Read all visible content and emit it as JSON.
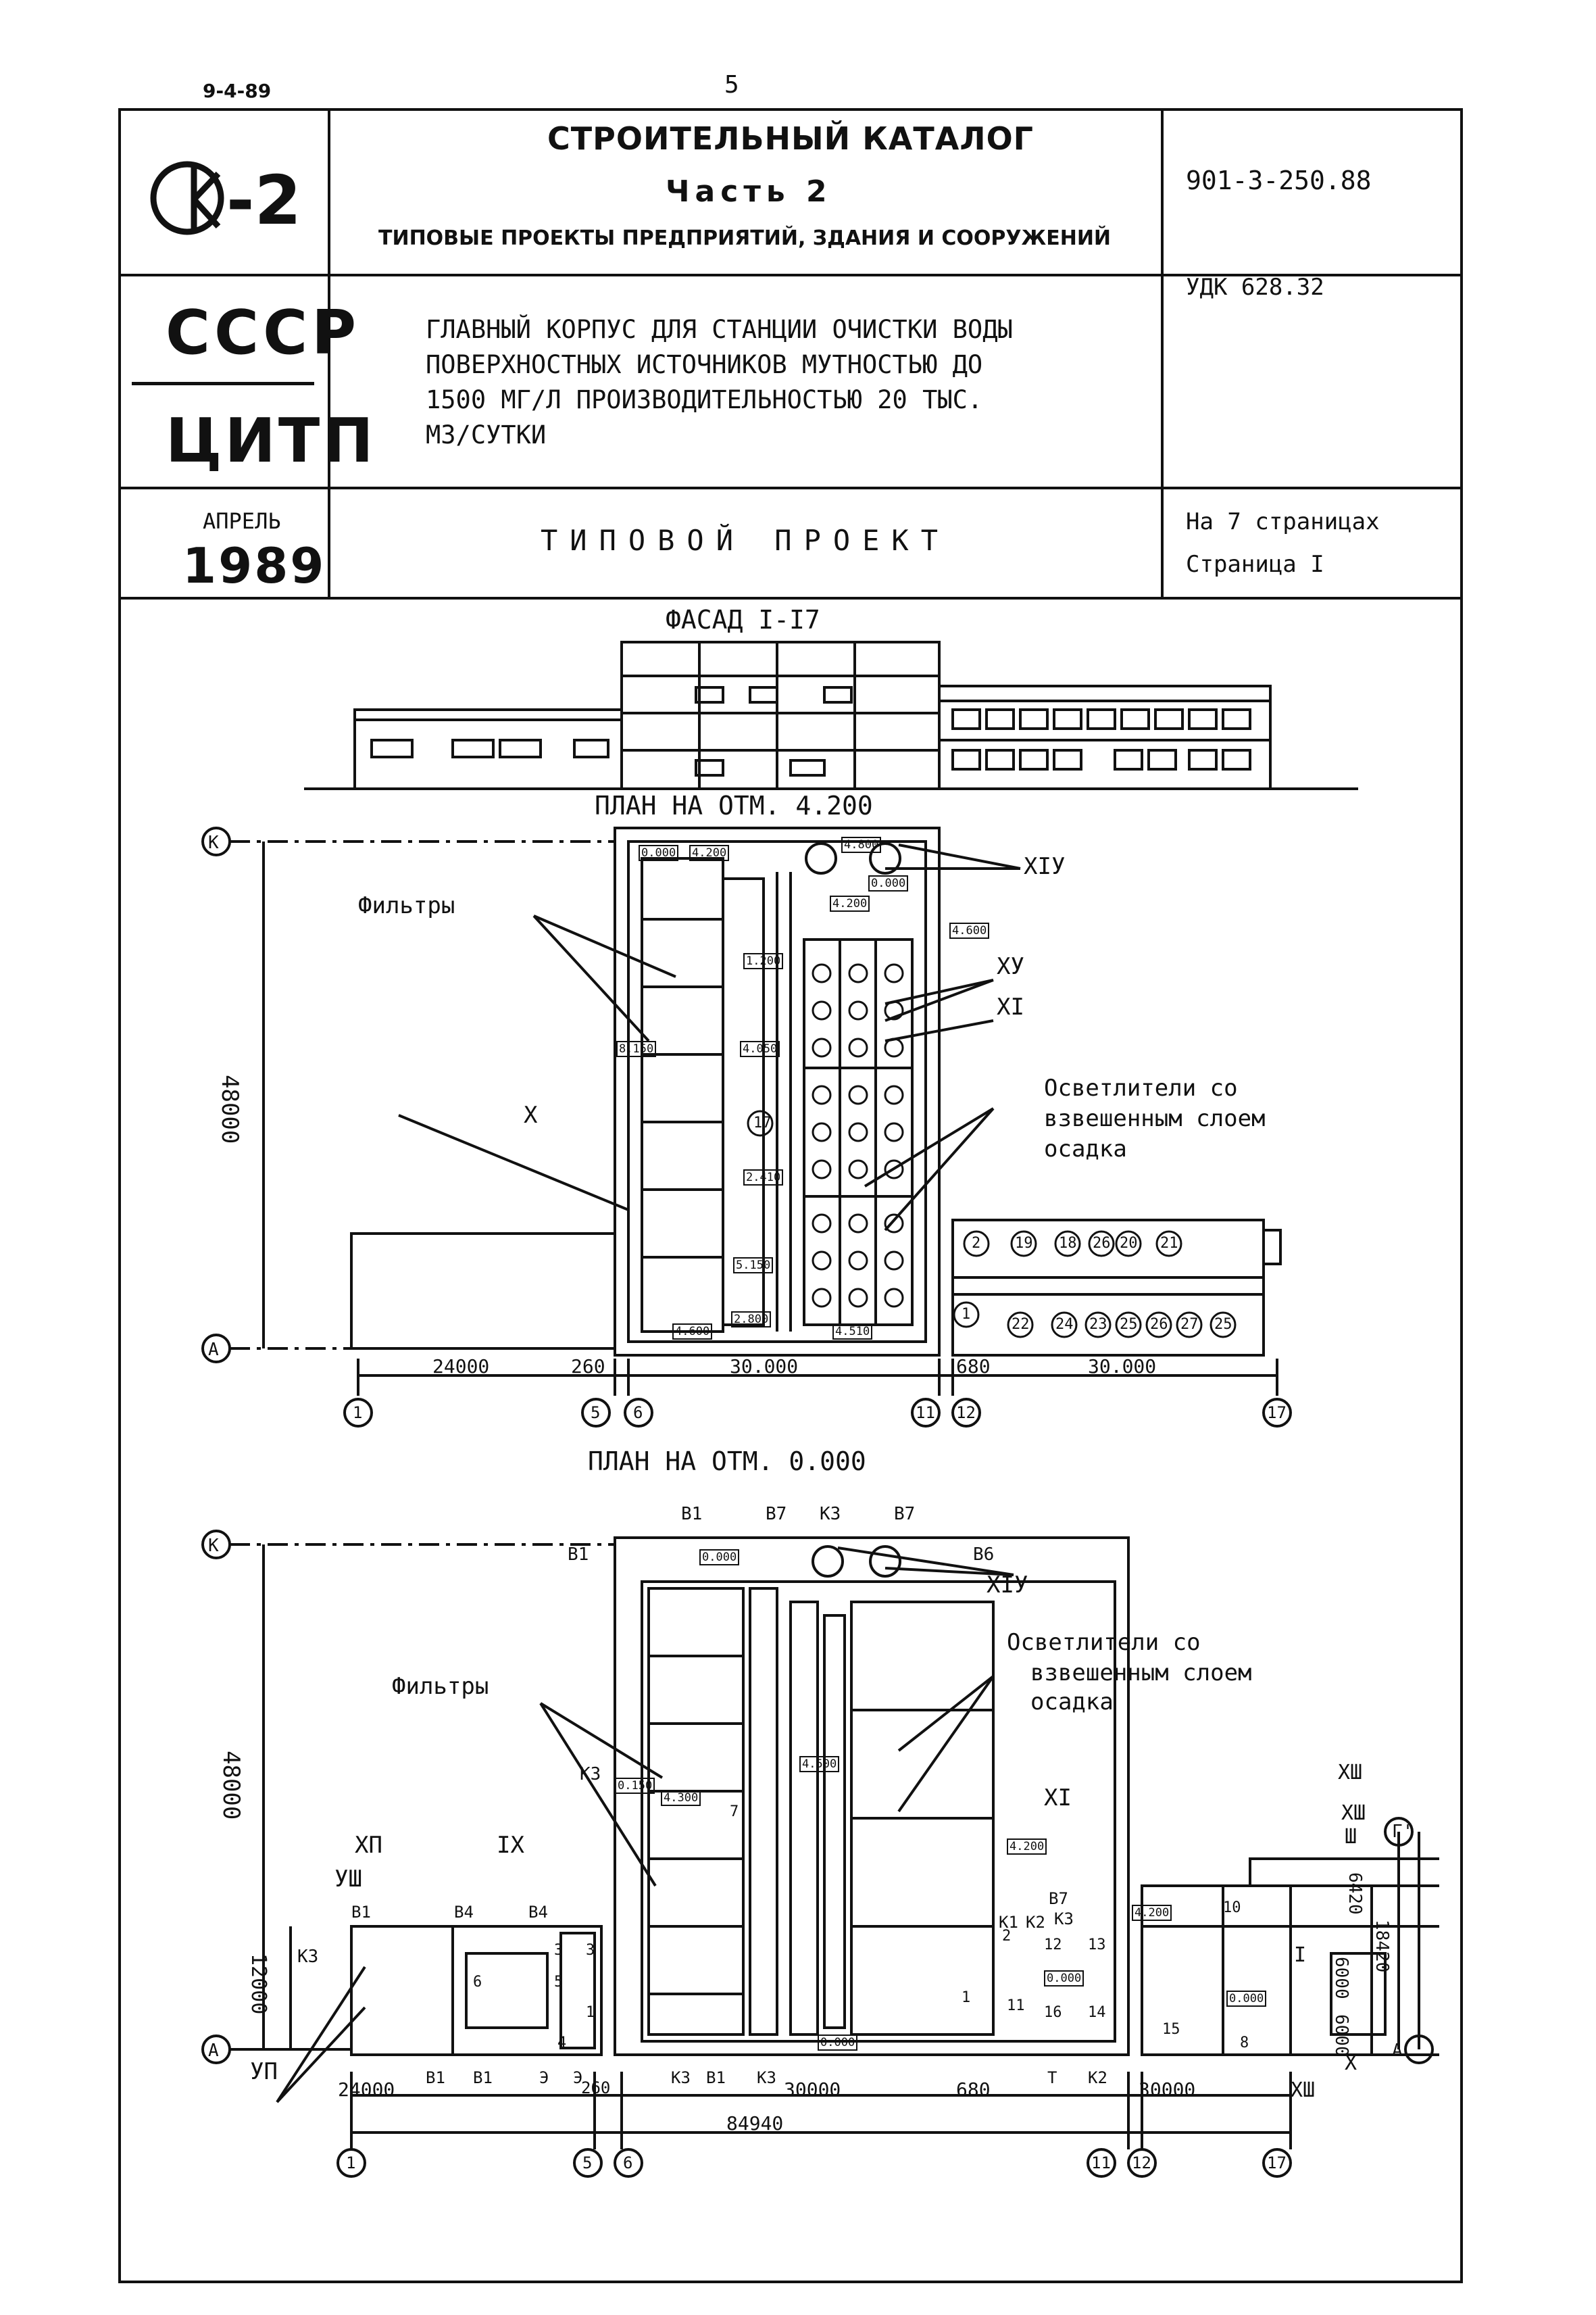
{
  "header": {
    "doc_code": "9-4-89",
    "page_number": "5"
  },
  "titleblock": {
    "logo_text": "-2",
    "catalog_title": "СТРОИТЕЛЬНЫЙ КАТАЛОГ",
    "part": "Часть 2",
    "subtitle": "ТИПОВЫЕ ПРОЕКТЫ ПРЕДПРИЯТИЙ, ЗДАНИЯ И СООРУЖЕНИЙ",
    "project_number": "901-3-250.88",
    "org_country": "СССР",
    "org_name": "ЦИТП",
    "udk": "УДК 628.32",
    "project_title_lines": [
      "ГЛАВНЫЙ КОРПУС ДЛЯ СТАНЦИИ ОЧИСТКИ ВОДЫ",
      "ПОВЕРХНОСТНЫХ ИСТОЧНИКОВ МУТНОСТЬЮ ДО",
      "1500 МГ/Л ПРОИЗВОДИТЕЛЬНОСТЬЮ 20 ТЫС.",
      "М3/СУТКИ"
    ],
    "month": "АПРЕЛЬ",
    "year": "1989",
    "project_type": "ТИПОВОЙ ПРОЕКТ",
    "pages_total": "На 7 страницах",
    "page_current": "Страница I"
  },
  "facade": {
    "title": "ФАСАД I-I7"
  },
  "plan_upper": {
    "title": "ПЛАН НА ОТМ. 4.200",
    "label_filters": "Фильтры",
    "label_clarifiers_1": "Осветлители со",
    "label_clarifiers_2": "взвешенным слоем",
    "label_clarifiers_3": "осадка",
    "label_x": "X",
    "label_xiv": "XIУ",
    "label_xv": "ХУ",
    "label_xi": "XI",
    "dim_height": "48000",
    "dim_1": "24000",
    "dim_2": "260",
    "dim_3": "30.000",
    "dim_4": "680",
    "dim_5": "30.000",
    "axis_k": "К",
    "axis_a": "А",
    "axes": [
      "1",
      "5",
      "6",
      "11",
      "12",
      "17"
    ],
    "rooms_top": [
      "2",
      "19",
      "18",
      "26",
      "20",
      "21"
    ],
    "rooms_bottom": [
      "1",
      "22",
      "24",
      "23",
      "25",
      "26",
      "27",
      "25"
    ],
    "room_17": "17",
    "marks": [
      "0.000",
      "4.200",
      "4.800",
      "0.000",
      "4.200",
      "4.600",
      "8.150",
      "4.050",
      "2.410",
      "5.150",
      "1.200",
      "2.800",
      "4.600",
      "4.510"
    ]
  },
  "plan_lower": {
    "title": "ПЛАН НА ОТМ. 0.000",
    "label_filters": "Фильтры",
    "label_clarifiers_1": "Осветлители со",
    "label_clarifiers_2": "взвешенным слоем",
    "label_clarifiers_3": "осадка",
    "label_xiv": "XIУ",
    "label_xi": "XI",
    "label_xii": "ХП",
    "label_ix": "IX",
    "label_viii": "УШ",
    "label_vii": "УП",
    "label_xiii_a": "ХШ",
    "label_xiii_b": "ХШ",
    "label_iii": "Ш",
    "label_i": "I",
    "label_x": "Х",
    "label_xiii_c": "ХШ",
    "pipes_top": [
      "В1",
      "В7",
      "К3",
      "В7"
    ],
    "pipe_b1": "В1",
    "pipe_b6": "В6",
    "pipe_k3": "К3",
    "pipe_k3b": "К3",
    "pipes_left": [
      "В1",
      "В4",
      "В4"
    ],
    "pipes_bottom": [
      "В1",
      "В1",
      "Э",
      "Э",
      "К3",
      "В1",
      "К3",
      "Т",
      "К2"
    ],
    "pipes_right": [
      "К1",
      "К2",
      "В7",
      "К3"
    ],
    "dim_height": "48000",
    "dim_12000": "12000",
    "dim_6420": "6420",
    "dim_18420": "18420",
    "dim_6000a": "6000",
    "dim_6000b": "6000",
    "dim_1": "24000",
    "dim_2": "260",
    "dim_3": "30000",
    "dim_4": "680",
    "dim_5": "30000",
    "dim_total": "84940",
    "axis_k": "К",
    "axis_a": "А",
    "axis_a2": "А",
    "axis_g": "Г'",
    "axes": [
      "1",
      "5",
      "6",
      "11",
      "12",
      "17"
    ],
    "rooms": [
      "3",
      "3",
      "5",
      "1",
      "4",
      "6",
      "7",
      "2",
      "12",
      "13",
      "11",
      "16",
      "14",
      "10",
      "15",
      "8",
      "1"
    ],
    "marks": [
      "0.000",
      "4.300",
      "4.500",
      "0.150",
      "0.000",
      "4.200",
      "4.200",
      "0.000",
      "0.000"
    ]
  }
}
